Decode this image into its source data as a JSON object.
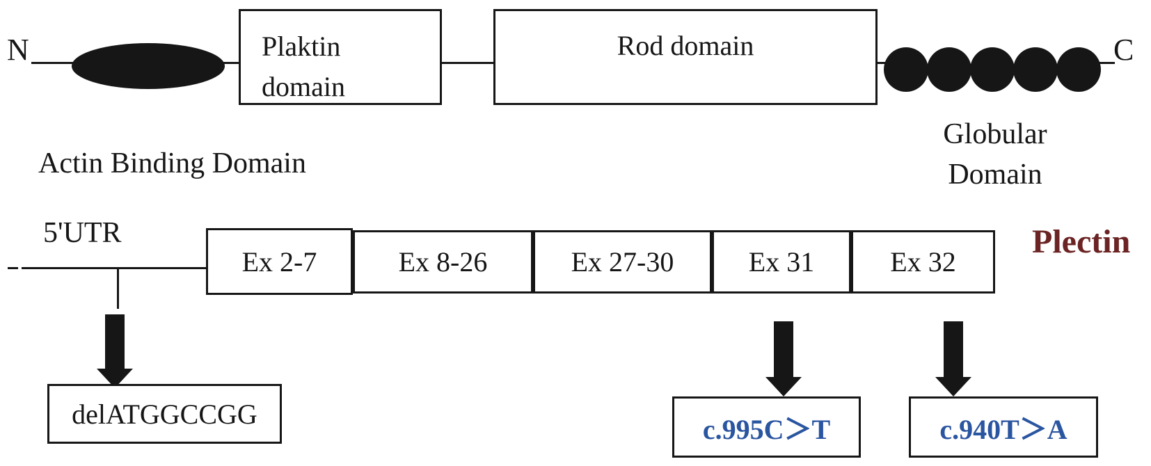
{
  "protein": {
    "n_terminus": "N",
    "c_terminus": "C",
    "actin_binding_label": "Actin Binding Domain",
    "plaktin_domain": {
      "line1": "Plaktin",
      "line2": "domain"
    },
    "rod_domain_label": "Rod domain",
    "globular_domain": {
      "line1": "Globular",
      "line2": "Domain",
      "repeat_count": 5
    }
  },
  "gene": {
    "utr_label": "5'UTR",
    "gene_name": "Plectin",
    "exons": [
      "Ex 2-7",
      "Ex 8-26",
      "Ex 27-30",
      "Ex 31",
      "Ex 32"
    ],
    "mutations": [
      "delATGGCCGG",
      "c.995C＞T",
      "c.940T＞A"
    ]
  },
  "colors": {
    "ink": "#161616",
    "gene_name_red": "#6b2323",
    "mutation_blue": "#2a55a0",
    "background": "#ffffff"
  }
}
